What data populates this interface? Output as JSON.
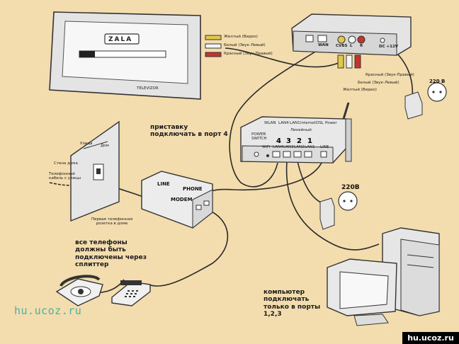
{
  "tv": {
    "brand": "ZALA",
    "model_label": "TELEVIZOR"
  },
  "av_cable": {
    "yellow_label": "Желтый (Видео)",
    "white_label": "Белый (Звук-Левый)",
    "red_label": "Красный (Звук-Правый)"
  },
  "settop_box": {
    "port_wan": "WAN",
    "port_cvbs": "CVBS",
    "port_l": "L",
    "port_r": "R",
    "port_dc": "DC +12V",
    "cable_red_label": "Красный (Звук-Правый)",
    "cable_white_label": "Белый (Звук-Левый)",
    "cable_yellow_label": "Желтый (Видео)"
  },
  "outlet_top": {
    "voltage": "220 В"
  },
  "outlet_mid": {
    "voltage": "220В"
  },
  "router": {
    "led_labels": [
      "WLAN",
      "LAN4",
      "LAN1",
      "Internet",
      "DSL",
      "Power"
    ],
    "led_sub_label": "Линейный",
    "power_switch_label": "POWER SWITCH",
    "rear_ports": [
      "WiFi",
      "LAN4",
      "LAN3",
      "LAN2",
      "LAN1",
      "LINE"
    ],
    "port_numbers": [
      "4",
      "3",
      "2",
      "1"
    ]
  },
  "wall": {
    "street_label": "Улица",
    "house_label": "Дом",
    "wall_label": "Стена дома",
    "cable_label": "Телефонный кабель с улицы",
    "socket_label": "Первая телефонная розетка в доме"
  },
  "splitter": {
    "line_label": "LINE",
    "phone_label": "PHONE",
    "modem_label": "MODEM"
  },
  "notes": {
    "settop_note": "приставку подключать в порт 4",
    "phones_note": "все телефоны должны быть подключены через сплиттер",
    "computer_note": "компьютер подключать только в порты 1,2,3"
  },
  "watermark": "hu.ucoz.ru",
  "corner_badge": "hu.ucoz.ru"
}
